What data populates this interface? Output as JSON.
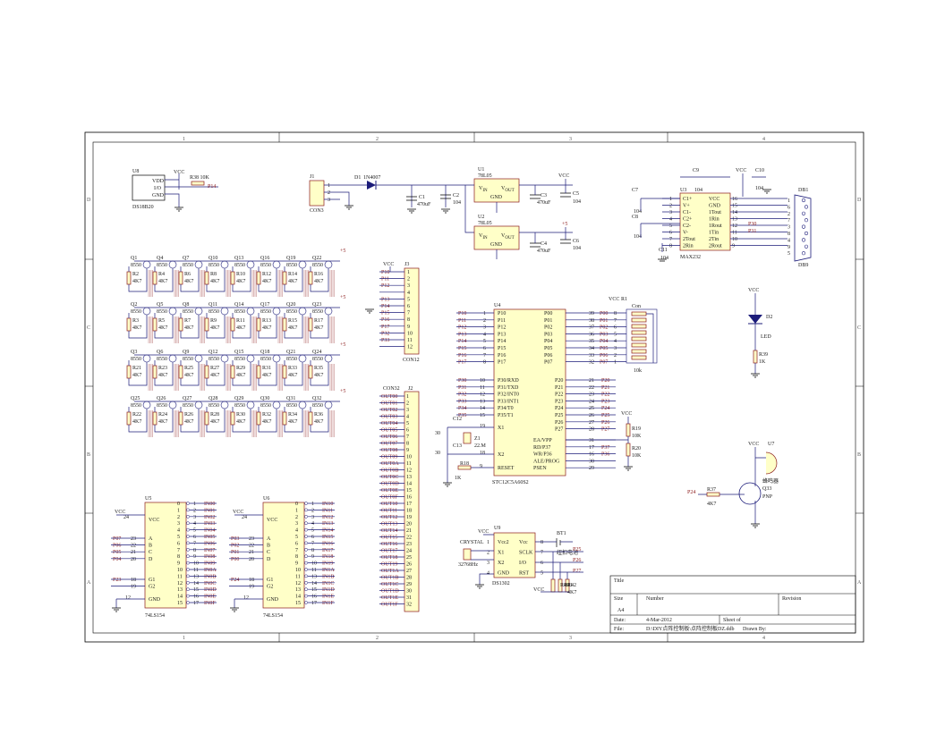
{
  "border": {
    "cols": [
      "1",
      "2",
      "3",
      "4"
    ],
    "rows": [
      "D",
      "C",
      "B",
      "A"
    ]
  },
  "u8": {
    "ref": "U8",
    "pins": [
      "VDD",
      "I/O",
      "GND"
    ],
    "part": "DS18B20",
    "resistor": "R38 10K",
    "vcc": "VCC",
    "net": "P14"
  },
  "j1": {
    "ref": "J1",
    "pins": [
      "1",
      "2",
      "3"
    ],
    "part": "CON3"
  },
  "d1": {
    "ref": "D1",
    "part": "1N4007"
  },
  "c1": {
    "ref": "C1",
    "value": "470uF"
  },
  "c2": {
    "ref": "C2",
    "value": "104"
  },
  "u1": {
    "ref": "U1",
    "part": "78L05",
    "vin": "V",
    "vin_sub": "IN",
    "vout": "V",
    "vout_sub": "OUT",
    "gnd": "GND"
  },
  "u2": {
    "ref": "U2",
    "part": "78L05",
    "vin": "V",
    "vin_sub": "IN",
    "vout": "V",
    "vout_sub": "OUT",
    "gnd": "GND"
  },
  "c3": {
    "ref": "C3",
    "value": "470uF"
  },
  "c4": {
    "ref": "C4",
    "value": "470uF"
  },
  "c5": {
    "ref": "C5",
    "value": "104"
  },
  "c6": {
    "ref": "C6",
    "value": "104"
  },
  "vcc_label": "VCC",
  "plus5": "+5",
  "u3": {
    "ref": "U3",
    "part": "MAX232",
    "cap_value": "104",
    "left_pins": [
      "1",
      "2",
      "3",
      "4",
      "5",
      "6",
      "7",
      "8"
    ],
    "left_names": [
      "C1+",
      "V+",
      "C1-",
      "C2+",
      "C2-",
      "V-",
      "2Tout",
      "2Rin"
    ],
    "right_names": [
      "VCC",
      "GND",
      "1Tout",
      "1Rin",
      "1Rout",
      "1Tin",
      "2Tin",
      "2Rout"
    ],
    "right_pins": [
      "16",
      "15",
      "14",
      "13",
      "12",
      "11",
      "10",
      "9"
    ],
    "caps": [
      "C7",
      "C8",
      "C9",
      "C10",
      "C11"
    ],
    "nets": [
      "P30",
      "P31"
    ]
  },
  "db9": {
    "ref": "DB1",
    "part": "DB9",
    "pins": [
      "1",
      "6",
      "2",
      "7",
      "3",
      "8",
      "4",
      "9",
      "5"
    ]
  },
  "matrix": {
    "rows": [
      {
        "q": [
          "Q1",
          "Q4",
          "Q7",
          "Q10",
          "Q13",
          "Q16",
          "Q19",
          "Q22"
        ],
        "r": [
          "R2",
          "R4",
          "R6",
          "R8",
          "R10",
          "R12",
          "R14",
          "R16"
        ]
      },
      {
        "q": [
          "Q2",
          "Q5",
          "Q8",
          "Q11",
          "Q14",
          "Q17",
          "Q20",
          "Q23"
        ],
        "r": [
          "R3",
          "R5",
          "R7",
          "R9",
          "R11",
          "R13",
          "R15",
          "R17"
        ]
      },
      {
        "q": [
          "Q3",
          "Q6",
          "Q9",
          "Q12",
          "Q15",
          "Q18",
          "Q21",
          "Q24"
        ],
        "r": [
          "R21",
          "R23",
          "R25",
          "R27",
          "R29",
          "R31",
          "R33",
          "R35"
        ]
      },
      {
        "q": [
          "Q25",
          "Q26",
          "Q27",
          "Q28",
          "Q29",
          "Q30",
          "Q31",
          "Q32"
        ],
        "r": [
          "R22",
          "R24",
          "R26",
          "R28",
          "R30",
          "R32",
          "R34",
          "R36"
        ]
      }
    ],
    "transistor": "8550",
    "resistor": "4K7",
    "plus": "+5"
  },
  "j3": {
    "ref": "J3",
    "part": "CON12",
    "nets": [
      "P10",
      "P11",
      "P12",
      "",
      "P13",
      "P14",
      "P15",
      "P16",
      "P17",
      "P32",
      "P33",
      ""
    ],
    "pins": [
      "1",
      "2",
      "3",
      "4",
      "5",
      "6",
      "7",
      "8",
      "9",
      "10",
      "11",
      "12"
    ]
  },
  "j2": {
    "ref": "J2",
    "part": "CON32",
    "nets": [
      "OUT00",
      "OUT01",
      "OUT02",
      "OUT03",
      "OUT04",
      "OUT05",
      "OUT06",
      "OUT07",
      "OUT08",
      "OUT09",
      "OUT0A",
      "OUT0B",
      "OUT0C",
      "OUT0D",
      "OUT0E",
      "OUT0F",
      "OUT10",
      "OUT11",
      "OUT12",
      "OUT13",
      "OUT14",
      "OUT15",
      "OUT16",
      "OUT17",
      "OUT18",
      "OUT19",
      "OUT1A",
      "OUT1B",
      "OUT1C",
      "OUT1D",
      "OUT1E",
      "OUT1F"
    ],
    "pins": [
      "1",
      "2",
      "3",
      "4",
      "5",
      "6",
      "7",
      "8",
      "9",
      "10",
      "11",
      "12",
      "13",
      "14",
      "15",
      "16",
      "17",
      "18",
      "19",
      "20",
      "21",
      "22",
      "23",
      "24",
      "25",
      "26",
      "27",
      "28",
      "29",
      "30",
      "31",
      "32"
    ]
  },
  "u4": {
    "ref": "U4",
    "part": "STC12C5A60S2",
    "left_nets": [
      "P10",
      "P11",
      "P12",
      "P13",
      "P14",
      "P15",
      "P16",
      "P17"
    ],
    "left_pins": [
      "1",
      "2",
      "3",
      "4",
      "5",
      "6",
      "7",
      "8"
    ],
    "left_names": [
      "P10",
      "P11",
      "P12",
      "P13",
      "P14",
      "P15",
      "P16",
      "P17"
    ],
    "left2_nets": [
      "P30",
      "P31",
      "P32",
      "P33",
      "P34",
      "P35"
    ],
    "left2_pins": [
      "10",
      "11",
      "12",
      "13",
      "14",
      "15"
    ],
    "left2_names": [
      "P30/RXD",
      "P31/TXD",
      "P32/INT0",
      "P33/INT1",
      "P34/T0",
      "P35/T1"
    ],
    "x1": "X1",
    "x2": "X2",
    "rst": "RESET",
    "x1_pin": "19",
    "x2_pin": "18",
    "rst_pin": "9",
    "right_names": [
      "P00",
      "P01",
      "P02",
      "P03",
      "P04",
      "P05",
      "P06",
      "P07"
    ],
    "right_pins": [
      "39",
      "38",
      "37",
      "36",
      "35",
      "34",
      "33",
      "32"
    ],
    "right_nets": [
      "P00",
      "P01",
      "P02",
      "P03",
      "P04",
      "P05",
      "P06",
      "P07"
    ],
    "right_pins_b": [
      "8",
      "7",
      "6",
      "5",
      "4",
      "3",
      "2",
      "1"
    ],
    "right2_names": [
      "P20",
      "P21",
      "P22",
      "P23",
      "P24",
      "P25",
      "P26",
      "P27"
    ],
    "right2_pins": [
      "21",
      "22",
      "23",
      "24",
      "25",
      "26",
      "27",
      "28"
    ],
    "right2_nets": [
      "P20",
      "P21",
      "P22",
      "P23",
      "P24",
      "P25",
      "P26",
      "P27"
    ],
    "right3_names": [
      "EA/VPP",
      "RD/P37",
      "WR/P36",
      "ALE/PROG",
      "PSEN"
    ],
    "right3_pins": [
      "31",
      "17",
      "16",
      "30",
      "29"
    ],
    "right3_nets": [
      "",
      "P37",
      "P36",
      "",
      ""
    ]
  },
  "r1": {
    "ref": "R1",
    "part": "Con",
    "value": "10k",
    "vcc": "VCC"
  },
  "xtal": {
    "ref": "Z1",
    "value": "22.M",
    "c_a": "C12",
    "c_b": "C13",
    "cval": "30",
    "r18": "R18",
    "r18v": "1K",
    "c11": "C11"
  },
  "r19": {
    "ref": "R19",
    "value": "10K"
  },
  "r20": {
    "ref": "R20",
    "value": "10K"
  },
  "d2": {
    "ref": "D2",
    "part": "LED",
    "r": "R39",
    "rv": "1K"
  },
  "buzzer": {
    "ref": "U7",
    "part": "蜂鸣器",
    "q": "Q33",
    "qt": "PNP",
    "r": "R37",
    "rv": "4K7",
    "net": "P24"
  },
  "u5": {
    "ref": "U5",
    "part": "74LS154",
    "vcc": "VCC",
    "vcc_pin": "24",
    "abcd": [
      "A",
      "B",
      "C",
      "D"
    ],
    "abcd_nets": [
      "P07",
      "P06",
      "P05",
      "P04"
    ],
    "abcd_pins": [
      "23",
      "22",
      "21",
      "20"
    ],
    "g": [
      "G1",
      "G2"
    ],
    "g_nets": [
      "P23",
      ""
    ],
    "g_pins": [
      "18",
      "19"
    ],
    "gnd_pin": "12",
    "gnd": "GND",
    "outs": [
      "0",
      "1",
      "2",
      "3",
      "4",
      "5",
      "6",
      "7",
      "8",
      "9",
      "10",
      "11",
      "12",
      "13",
      "14",
      "15"
    ],
    "opins": [
      "1",
      "2",
      "3",
      "4",
      "5",
      "6",
      "7",
      "8",
      "9",
      "10",
      "11",
      "13",
      "14",
      "15",
      "16",
      "17"
    ],
    "onets": [
      "IN00",
      "IN01",
      "IN02",
      "IN03",
      "IN04",
      "IN05",
      "IN06",
      "IN07",
      "IN08",
      "IN09",
      "IN0A",
      "IN0B",
      "IN0C",
      "IN0D",
      "IN0E",
      "IN0F"
    ]
  },
  "u6": {
    "ref": "U6",
    "part": "74LS154",
    "vcc": "VCC",
    "vcc_pin": "24",
    "abcd": [
      "A",
      "B",
      "C",
      "D"
    ],
    "abcd_nets": [
      "P03",
      "P02",
      "P01",
      "P00"
    ],
    "abcd_pins": [
      "23",
      "22",
      "21",
      "20"
    ],
    "g": [
      "G1",
      "G2"
    ],
    "g_nets": [
      "P24",
      ""
    ],
    "g_pins": [
      "18",
      "19"
    ],
    "gnd_pin": "12",
    "gnd": "GND",
    "outs": [
      "0",
      "1",
      "2",
      "3",
      "4",
      "5",
      "6",
      "7",
      "8",
      "9",
      "10",
      "11",
      "12",
      "13",
      "14",
      "15"
    ],
    "opins": [
      "1",
      "2",
      "3",
      "4",
      "5",
      "6",
      "7",
      "8",
      "9",
      "10",
      "11",
      "13",
      "14",
      "15",
      "16",
      "17"
    ],
    "onets": [
      "IN10",
      "IN11",
      "IN12",
      "IN13",
      "IN14",
      "IN15",
      "IN16",
      "IN17",
      "IN18",
      "IN19",
      "IN1A",
      "IN1B",
      "IN1C",
      "IN1D",
      "IN1E",
      "IN1F"
    ]
  },
  "u9": {
    "ref": "U9",
    "part": "DS1302",
    "crystal": "CRYSTAL",
    "crystal_val": "32768Hz",
    "left_pins": [
      "1",
      "2",
      "3",
      "4"
    ],
    "left_names": [
      "Vcc2",
      "X1",
      "X2",
      "GND"
    ],
    "right_names": [
      "Vcc",
      "SCLK",
      "I/O",
      "RST"
    ],
    "right_pins": [
      "8",
      "7",
      "6",
      "5"
    ],
    "nets": [
      "P25",
      "P26",
      "P27"
    ],
    "bt": "BT1",
    "bt_val": "纽扣电池",
    "r40": "R40",
    "r41": "R41",
    "r42": "R42",
    "rv": "4K7",
    "vcc": "VCC"
  },
  "title_block": {
    "title": "Title",
    "size_label": "Size",
    "size": "A4",
    "number_label": "Number",
    "revision_label": "Revision",
    "date_label": "Date:",
    "date": "4-Mar-2012",
    "sheet_label": "Sheet    of",
    "file_label": "File:",
    "file": "D:\\DIY点阵控制板\\点阵控制板DZ.ddb",
    "drawn_label": "Drawn By:"
  }
}
